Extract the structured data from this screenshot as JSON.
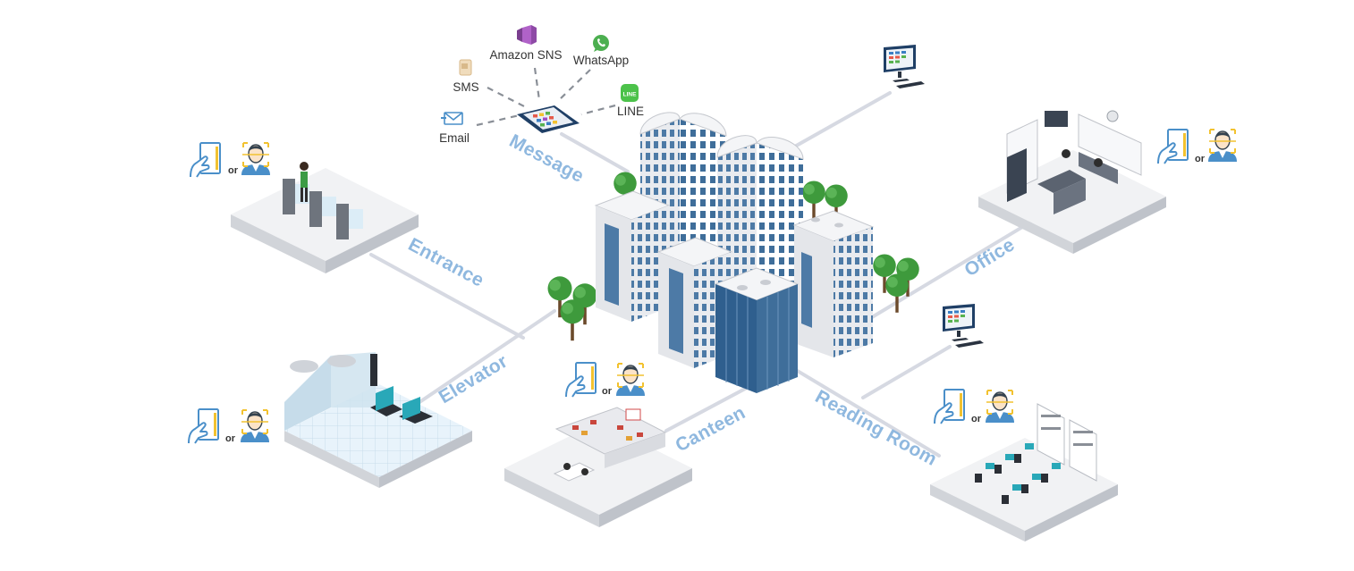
{
  "colors": {
    "accent": "#8fb8df",
    "connector": "#d6d9e2",
    "platform_top": "#f1f2f4",
    "platform_side": "#bfc3ca",
    "glass": "#3f6e9a",
    "tree": "#3e9a3c",
    "icon_blue": "#4a8fc9",
    "icon_yellow": "#f2c230"
  },
  "hub": {
    "label": "Message",
    "channels": [
      {
        "name": "Amazon SNS",
        "icon": "amazon-sns-icon"
      },
      {
        "name": "WhatsApp",
        "icon": "whatsapp-icon"
      },
      {
        "name": "SMS",
        "icon": "sms-icon"
      },
      {
        "name": "LINE",
        "icon": "line-icon",
        "icon_text": "LINE"
      },
      {
        "name": "Email",
        "icon": "email-icon"
      }
    ]
  },
  "areas": [
    {
      "label": "Entrance",
      "auth": [
        "card-icon",
        "face-icon"
      ],
      "or": "or"
    },
    {
      "label": "Elevator",
      "auth": [
        "card-icon",
        "face-icon"
      ],
      "or": "or"
    },
    {
      "label": "Canteen",
      "auth": [
        "card-icon",
        "face-icon"
      ],
      "or": "or"
    },
    {
      "label": "Reading Room",
      "auth": [
        "card-icon",
        "face-icon"
      ],
      "or": "or"
    },
    {
      "label": "Office",
      "auth": [
        "card-icon",
        "face-icon"
      ],
      "or": "or"
    }
  ],
  "monitors": [
    "monitor-icon",
    "monitor-icon"
  ]
}
